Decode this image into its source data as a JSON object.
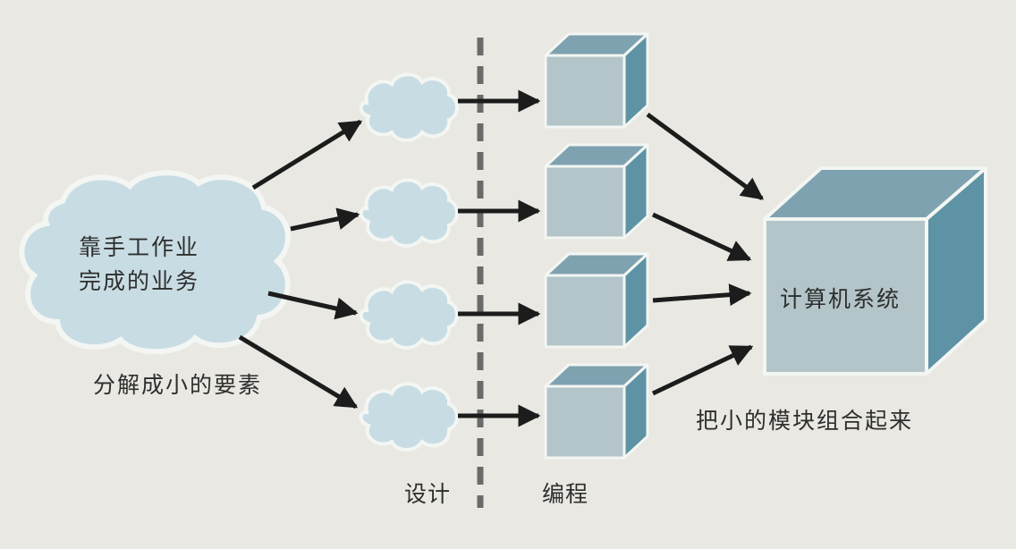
{
  "source": {
    "line1": "靠手工作业",
    "line2": "完成的业务"
  },
  "labels": {
    "decompose": "分解成小的要素",
    "design": "设计",
    "programming": "编程",
    "combine": "把小的模块组合起来",
    "system": "计算机系统"
  },
  "colors": {
    "background": "#e9e8e2",
    "cloud_fill": "#c8dde3",
    "cloud_edge": "#eef4f3",
    "cube_front": "#b3c5c9",
    "cube_top": "#7fa2b0",
    "cube_side": "#5d93a5",
    "arrow": "#1c1c1c",
    "divider": "#6a6a6a"
  }
}
